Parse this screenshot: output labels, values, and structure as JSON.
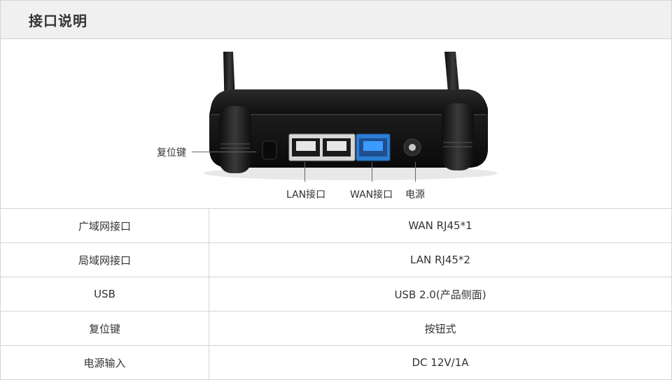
{
  "header": {
    "title": "接口说明"
  },
  "diagram": {
    "callouts": {
      "reset": "复位键",
      "lan": "LAN接口",
      "wan": "WAN接口",
      "power": "电源"
    }
  },
  "specs": {
    "rows": [
      {
        "label": "广域网接口",
        "value": "WAN RJ45*1"
      },
      {
        "label": "局域网接口",
        "value": "LAN RJ45*2"
      },
      {
        "label": "USB",
        "value": "USB 2.0(产品侧面)"
      },
      {
        "label": "复位键",
        "value": "按钮式"
      },
      {
        "label": "电源输入",
        "value": "DC 12V/1A"
      }
    ]
  },
  "colors": {
    "wan_port": "#2c7fd6",
    "router_body": "#151515",
    "header_bg": "#f0f0f0"
  }
}
